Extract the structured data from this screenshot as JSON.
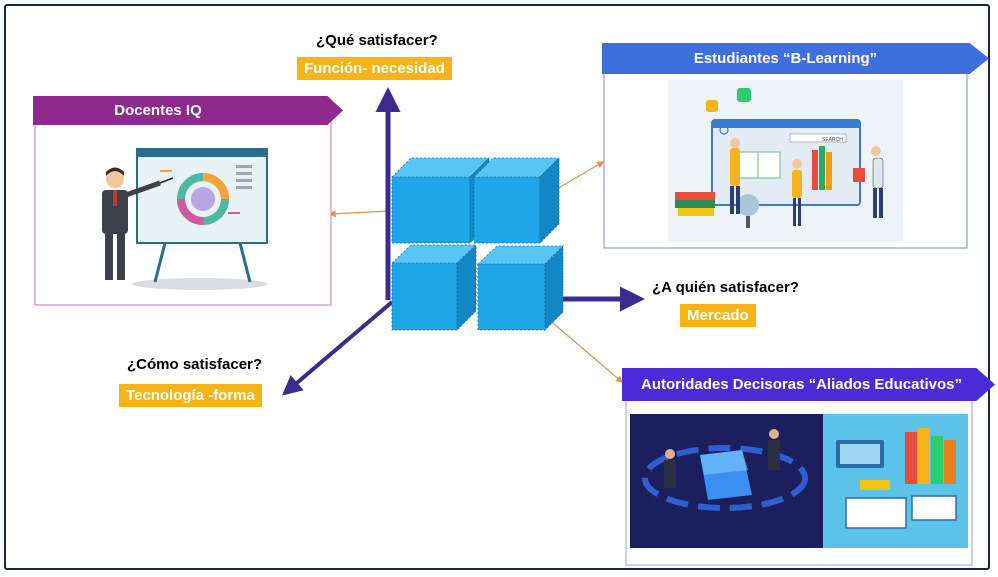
{
  "axes": {
    "function": {
      "question": "¿Qué satisfacer?",
      "tag": "Función- necesidad"
    },
    "market": {
      "question": "¿A quién satisfacer?",
      "tag": "Mercado"
    },
    "technology": {
      "question": "¿Cómo satisfacer?",
      "tag": "Tecnología -forma"
    }
  },
  "panels": {
    "teachers": {
      "title": "Docentes IQ"
    },
    "students": {
      "title": "Estudiantes “B-Learning”"
    },
    "authorities": {
      "title": "Autoridades Decisoras “Aliados Educativos”"
    }
  },
  "illustrations": {
    "students_search_label": "SEARCH"
  },
  "colors": {
    "tag_bg": "#f6b417",
    "axis": "#3c2a8c",
    "cube_front": "#1ea6e6",
    "teachers_banner": "#8e2a8e",
    "students_banner": "#3f6fdc",
    "authorities_banner": "#4a2bd6",
    "connector": "#e8904a",
    "frame": "#16264d"
  }
}
